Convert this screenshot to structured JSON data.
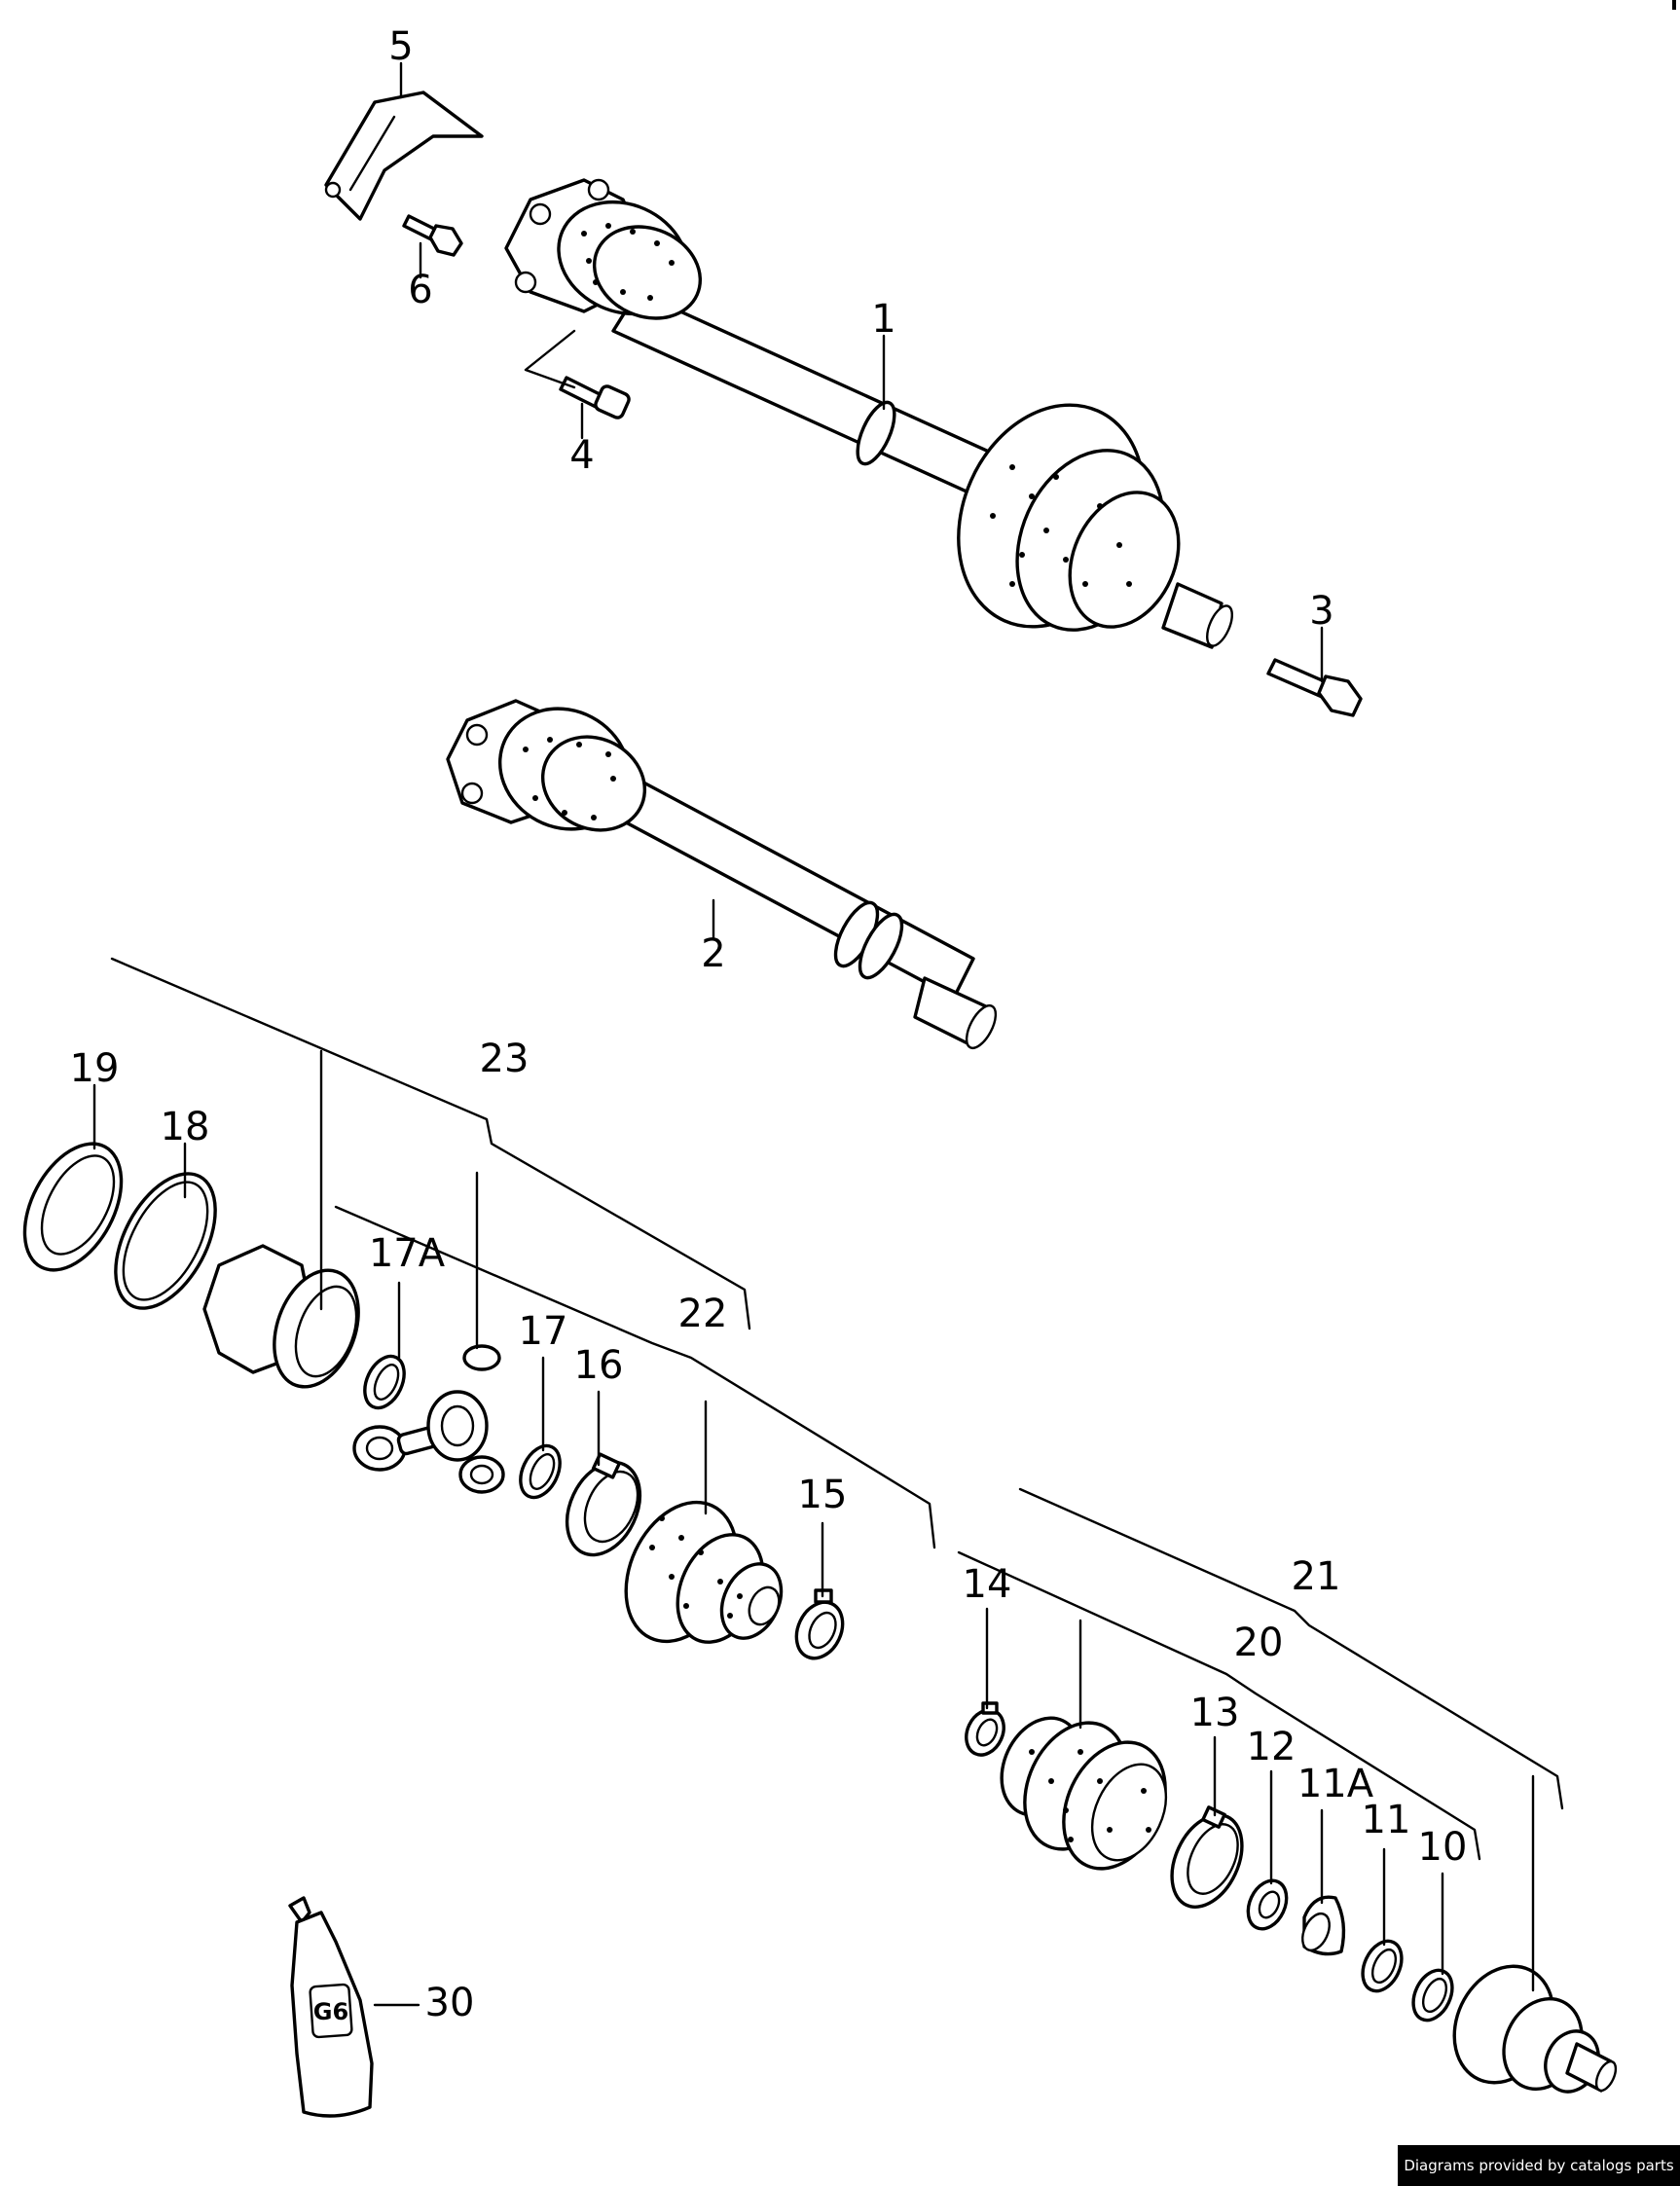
{
  "callouts": {
    "c1": "1",
    "c2": "2",
    "c3": "3",
    "c4": "4",
    "c5": "5",
    "c6": "6",
    "c10": "10",
    "c11": "11",
    "c11a": "11A",
    "c12": "12",
    "c13": "13",
    "c14": "14",
    "c15": "15",
    "c16": "16",
    "c17": "17",
    "c17a": "17A",
    "c18": "18",
    "c19": "19",
    "c20": "20",
    "c21": "21",
    "c22": "22",
    "c23": "23",
    "c30": "30"
  },
  "tube_label": "G6",
  "footer": "Diagrams provided by catalogs parts"
}
